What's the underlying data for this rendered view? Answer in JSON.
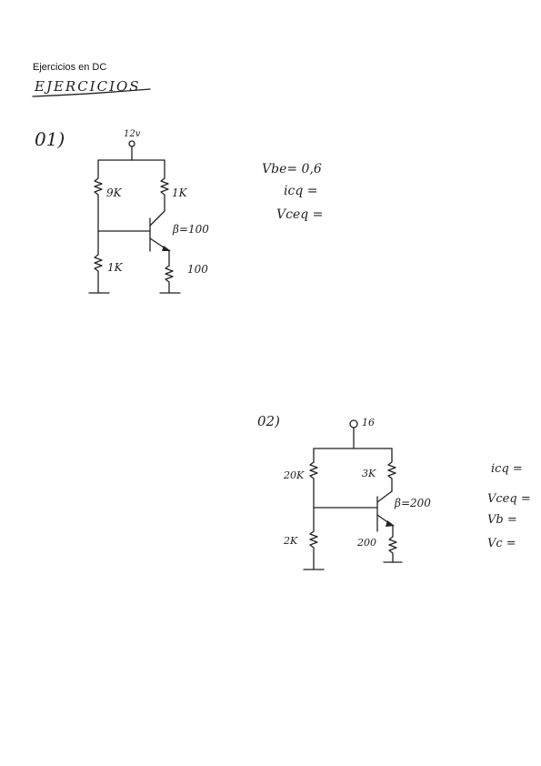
{
  "document": {
    "title": "Ejercicios en DC",
    "heading": "EJERCICIOS"
  },
  "exercise1": {
    "number": "01)",
    "supply": "12v",
    "r_top_left": "9K",
    "r_top_right": "1K",
    "r_bottom_left": "1K",
    "r_emitter": "100",
    "beta": "β=100",
    "answers": [
      "Vbe= 0,6",
      "icq =",
      "Vceq ="
    ]
  },
  "exercise2": {
    "number": "02)",
    "supply": "16",
    "r_top_left": "20K",
    "r_top_right": "3K",
    "r_bottom_left": "2K",
    "r_emitter": "200",
    "beta": "β=200",
    "answers": [
      "icq =",
      "Vceq =",
      "Vb =",
      "Vc ="
    ]
  }
}
